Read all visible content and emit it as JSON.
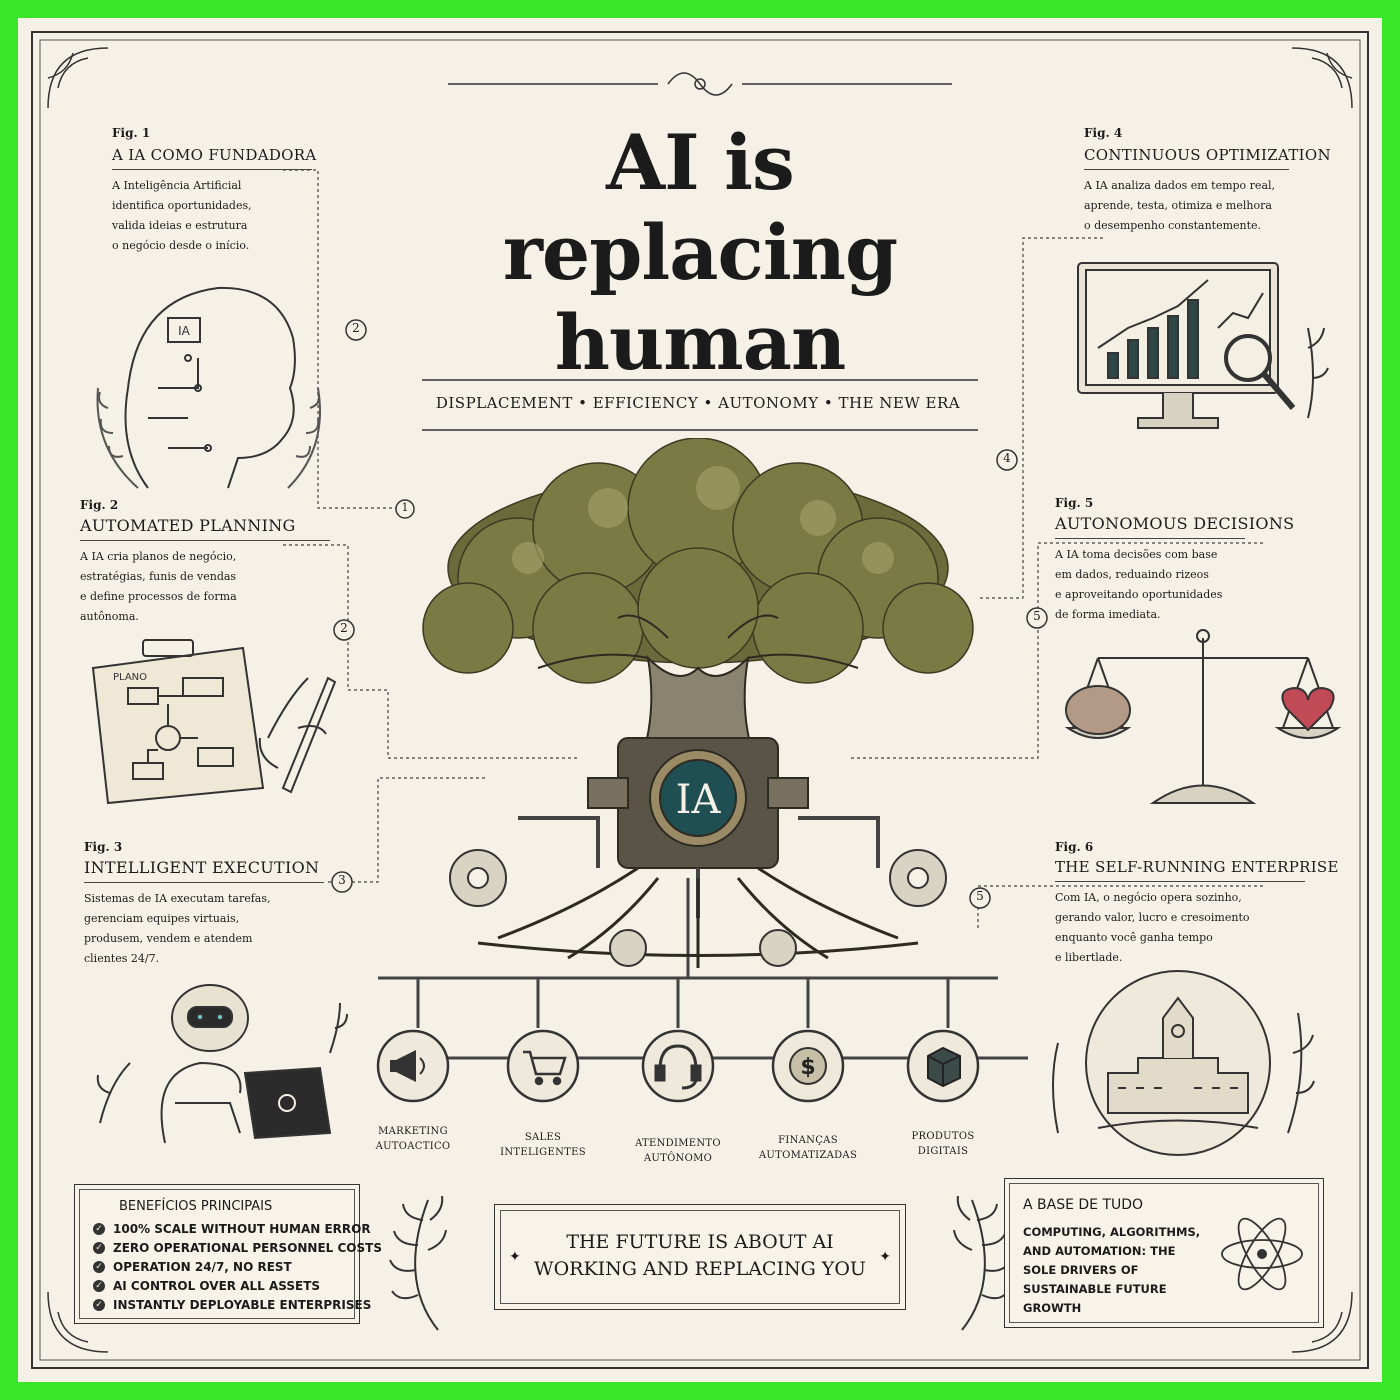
{
  "header": {
    "title_lines": [
      "AI is",
      "replacing",
      "human"
    ],
    "subtitle": "DISPLACEMENT • EFFICIENCY • AUTONOMY • THE NEW ERA"
  },
  "figures": [
    {
      "label": "Fig. 1",
      "title": "A IA COMO FUNDADORA",
      "body": [
        "A Inteligência Artificial",
        "identifica oportunidades,",
        "valida ideias e estrutura",
        "o negócio desde o início."
      ],
      "badge": "IA"
    },
    {
      "label": "Fig. 2",
      "title": "AUTOMATED PLANNING",
      "body": [
        "A IA cria planos de negócio,",
        "estratégias, funis de vendas",
        "e define processos de forma",
        "autônoma."
      ],
      "board_text": "PLANO"
    },
    {
      "label": "Fig. 3",
      "title": "INTELLIGENT EXECUTION",
      "body": [
        "Sistemas de IA executam tarefas,",
        "gerenciam equipes virtuais,",
        "produsem, vendem e atendem",
        "clientes 24/7."
      ]
    },
    {
      "label": "Fig. 4",
      "title": "CONTINUOUS OPTIMIZATION",
      "body": [
        "A IA analiza dados em tempo real,",
        "aprende, testa, otimiza e melhora",
        "o desempenho constantemente."
      ]
    },
    {
      "label": "Fig. 5",
      "title": "AUTONOMOUS DECISIONS",
      "body": [
        "A IA toma decisões com base",
        "em dados, reduaindo rizeos",
        "e aproveitando oportunidades",
        "de forma imediata."
      ]
    },
    {
      "label": "Fig. 6",
      "title": "THE SELF-RUNNING ENTERPRISE",
      "body": [
        "Com IA, o negócio opera sozinho,",
        "gerando valor, lucro e cresoimento",
        "enquanto você ganha tempo",
        "e libertlade."
      ]
    }
  ],
  "connector_numbers": [
    "1",
    "2",
    "2",
    "3",
    "4",
    "5",
    "5"
  ],
  "tree": {
    "core_label": "IA"
  },
  "categories": [
    {
      "lines": [
        "MARKETING",
        "AUTOACTICO"
      ],
      "icon": "megaphone-icon"
    },
    {
      "lines": [
        "SALES",
        "INTELIGENTES"
      ],
      "icon": "shopping-cart-icon"
    },
    {
      "lines": [
        "ATENDIMENTO",
        "AUTÔNOMO"
      ],
      "icon": "headset-icon"
    },
    {
      "lines": [
        "FINANÇAS",
        "AUTOMATIZADAS"
      ],
      "icon": "dollar-gear-icon"
    },
    {
      "lines": [
        "PRODUTOS",
        "DIGITAIS"
      ],
      "icon": "box-icon"
    }
  ],
  "benefits": {
    "title": "BENEFÍCIOS PRINCIPAIS",
    "items": [
      "100% SCALE WITHOUT HUMAN ERROR",
      "ZERO OPERATIONAL PERSONNEL COSTS",
      "OPERATION 24/7, NO REST",
      "AI CONTROL OVER ALL ASSETS",
      "INSTANTLY DEPLOYABLE ENTERPRISES"
    ]
  },
  "center_box": {
    "lines": [
      "THE FUTURE IS ABOUT AI",
      "WORKING AND REPLACING YOU"
    ]
  },
  "base_box": {
    "title": "A BASE DE TUDO",
    "lines": [
      "COMPUTING, ALGORITHMS,",
      "AND AUTOMATION: THE",
      "SOLE DRIVERS OF",
      "SUSTAINABLE FUTURE",
      "GROWTH"
    ]
  },
  "colors": {
    "page_border": "#39e62a",
    "paper": "#f5f1e6",
    "ink": "#1b1b1b",
    "core_teal": "#1f4f52",
    "foliage": "#6b6a3a",
    "heart": "#c04a55"
  }
}
